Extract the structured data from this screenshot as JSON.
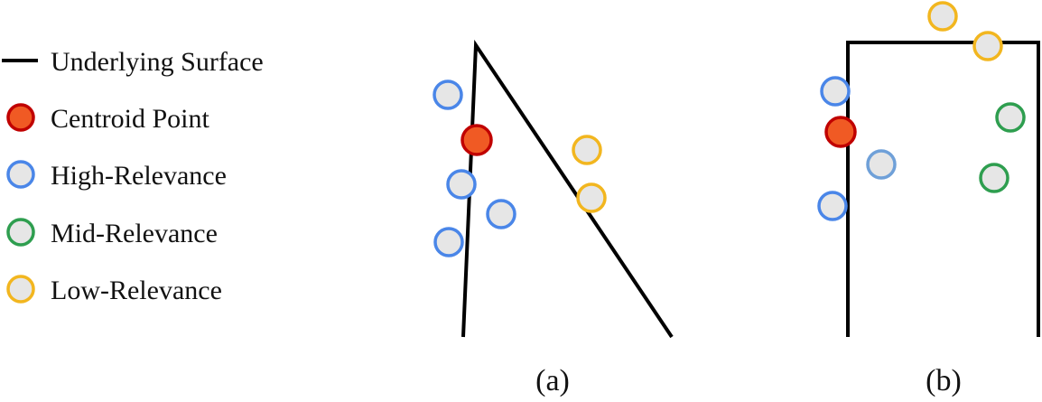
{
  "legend": {
    "surface_label": "Underlying Surface",
    "centroid_label": "Centroid Point",
    "high_label": "High-Relevance",
    "mid_label": "Mid-Relevance",
    "low_label": "Low-Relevance"
  },
  "panels": {
    "a": {
      "caption": "(a)"
    },
    "b": {
      "caption": "(b)"
    }
  },
  "colors": {
    "surface": "#000000",
    "centroid_fill": "#F05A24",
    "centroid_stroke": "#C00000",
    "point_fill": "#E6E6E6",
    "high": "#4A86E8",
    "high_alt": "#6FA0D8",
    "mid": "#2E9E4F",
    "low": "#F2B61F"
  }
}
